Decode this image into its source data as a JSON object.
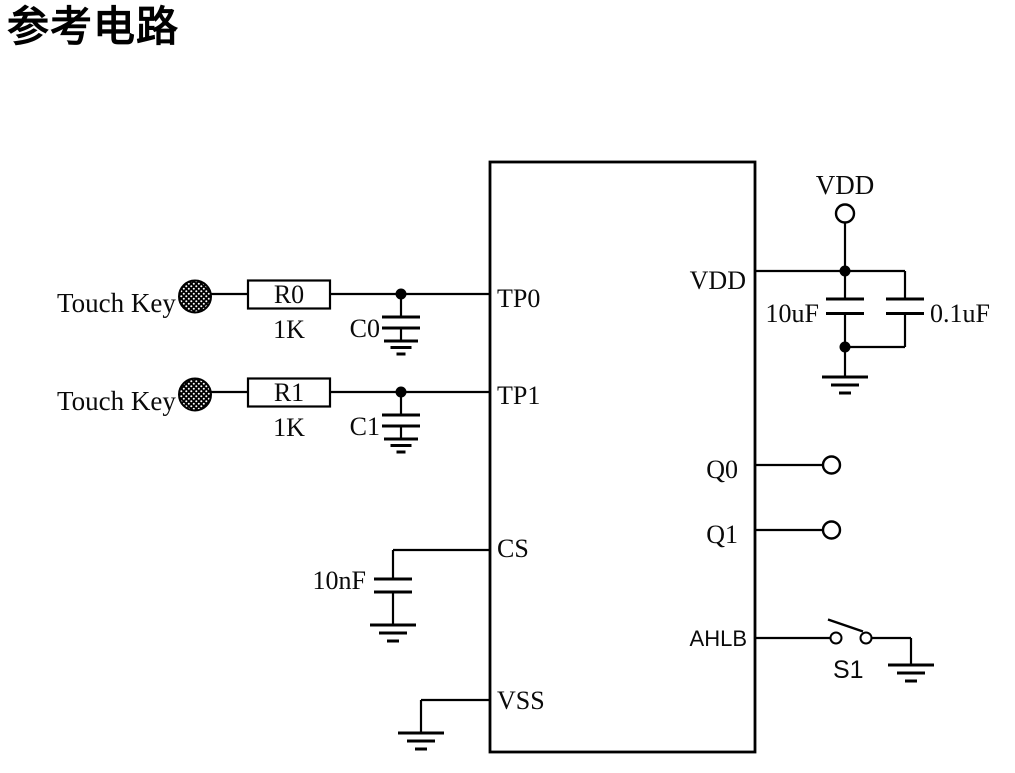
{
  "page": {
    "title": "参考电路",
    "background": "#ffffff"
  },
  "colors": {
    "line": "#000000",
    "text": "#0a0a0a"
  },
  "ic": {
    "pins": {
      "tp0": "TP0",
      "tp1": "TP1",
      "cs": "CS",
      "vss": "VSS",
      "vdd": "VDD",
      "q0": "Q0",
      "q1": "Q1",
      "ahlb": "AHLB"
    }
  },
  "touch_inputs": [
    {
      "label": "Touch Key",
      "resistor_ref": "R0",
      "resistor_value": "1K",
      "capacitor_ref": "C0"
    },
    {
      "label": "Touch Key",
      "resistor_ref": "R1",
      "resistor_value": "1K",
      "capacitor_ref": "C1"
    }
  ],
  "cs_network": {
    "capacitor_value": "10nF"
  },
  "power": {
    "net_label": "VDD",
    "bulk_capacitor_value": "10uF",
    "decoupling_capacitor_value": "0.1uF"
  },
  "ahlb_network": {
    "switch_ref": "S1"
  }
}
